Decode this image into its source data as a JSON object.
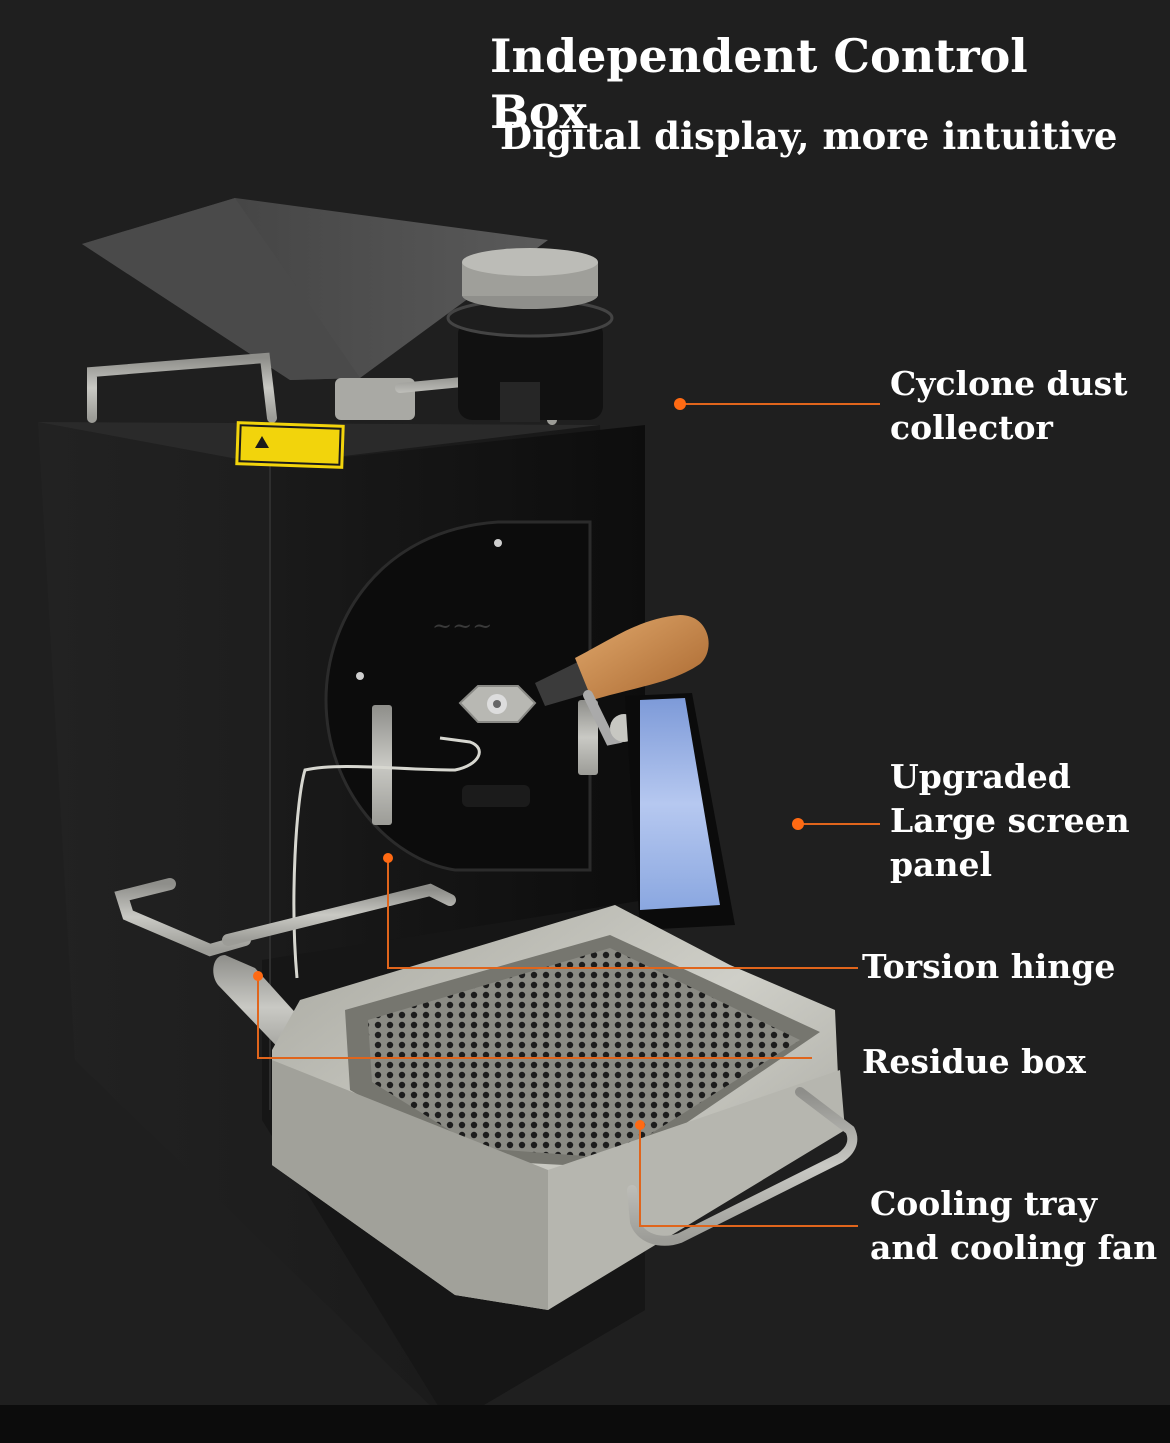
{
  "header": {
    "title": "Independent Control Box",
    "subtitle": "Digital display, more intuitive"
  },
  "callouts": {
    "cyclone": [
      "Cyclone dust",
      "collector"
    ],
    "screen": [
      "Upgraded",
      "Large screen",
      "panel"
    ],
    "hinge": [
      "Torsion hinge"
    ],
    "residue": [
      "Residue box"
    ],
    "cooling": [
      "Cooling tray",
      "and cooling fan"
    ]
  },
  "colors": {
    "background": "#1f1f1f",
    "machine_body": "#141414",
    "steel": "#b9b9b4",
    "callout_line": "#e0651c",
    "callout_dot": "#ff6a13",
    "screen": "#9fb9ec",
    "handle_wood": "#c98a4e",
    "warning_label": "#f2d40c"
  }
}
